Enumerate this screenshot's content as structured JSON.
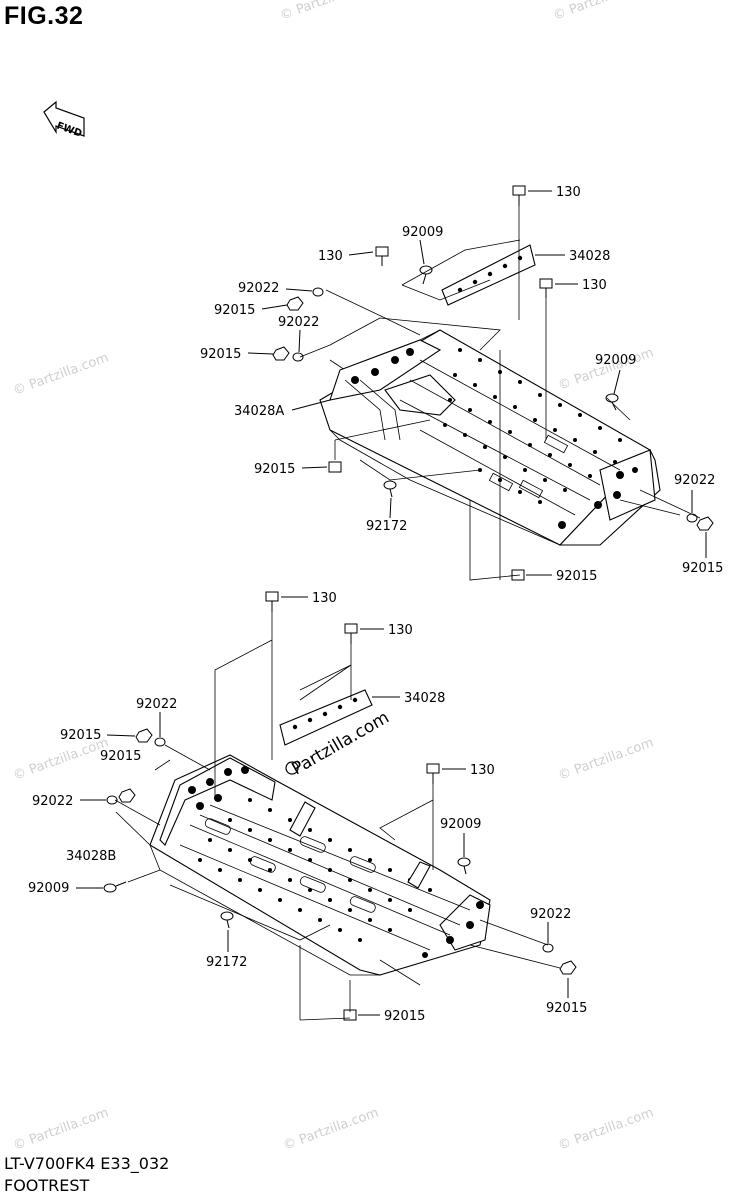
{
  "figure": {
    "title": "FIG.32",
    "fwd_label": "FWD",
    "model_code": "LT-V700FK4 E33_032",
    "section_name": "FOOTREST"
  },
  "watermark": {
    "text": "© Partzilla.com",
    "center_text": "Partzilla.com"
  },
  "upper_assembly": {
    "callouts": [
      "130",
      "92009",
      "34028",
      "130",
      "130",
      "92022",
      "92015",
      "92022",
      "92015",
      "34028A",
      "92009",
      "92015",
      "92172",
      "92022",
      "92015",
      "92015"
    ]
  },
  "lower_assembly": {
    "callouts": [
      "130",
      "130",
      "34028",
      "92022",
      "92015",
      "92015",
      "130",
      "92022",
      "34028B",
      "92009",
      "92009",
      "92172",
      "92022",
      "92015",
      "92015"
    ]
  }
}
